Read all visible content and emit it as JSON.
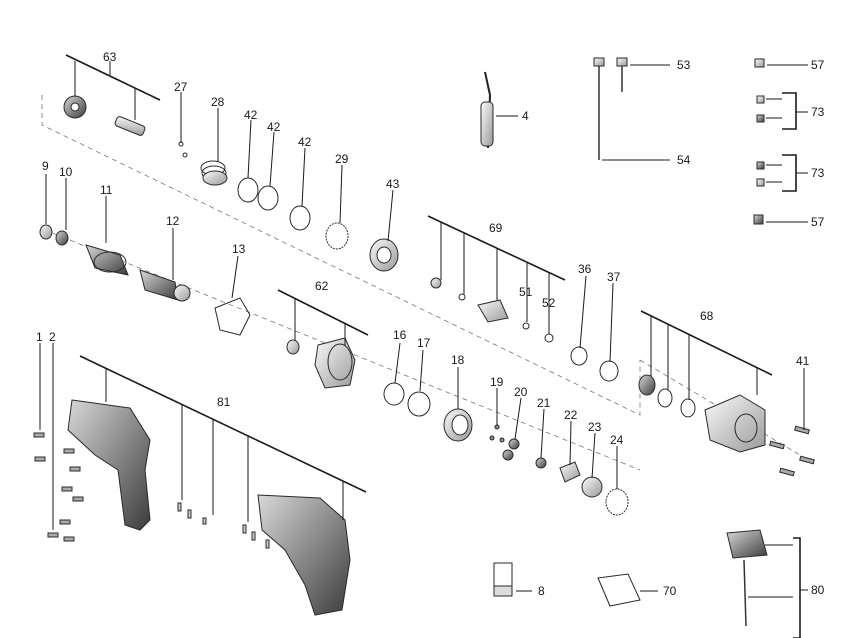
{
  "diagram": {
    "labels": {
      "p1": "1",
      "p2": "2",
      "p4": "4",
      "p8": "8",
      "p9": "9",
      "p10": "10",
      "p11": "11",
      "p12": "12",
      "p13": "13",
      "p16": "16",
      "p17": "17",
      "p18": "18",
      "p19": "19",
      "p20": "20",
      "p21": "21",
      "p22": "22",
      "p23": "23",
      "p24": "24",
      "p27": "27",
      "p28": "28",
      "p29": "29",
      "p36": "36",
      "p37": "37",
      "p41": "41",
      "p42a": "42",
      "p42b": "42",
      "p42c": "42",
      "p43": "43",
      "p51": "51",
      "p52": "52",
      "p53": "53",
      "p54": "54",
      "p57a": "57",
      "p57b": "57",
      "p62": "62",
      "p63": "63",
      "p68": "68",
      "p69": "69",
      "p70": "70",
      "p73a": "73",
      "p73b": "73",
      "p80": "80",
      "p81": "81"
    }
  }
}
